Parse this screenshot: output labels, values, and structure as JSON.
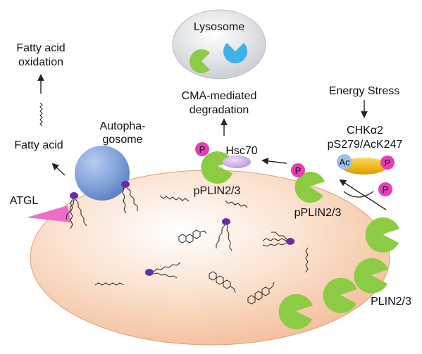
{
  "labels": {
    "lysosome": "Lysosome",
    "cma_line1": "CMA-mediated",
    "cma_line2": "degradation",
    "energy_stress": "Energy Stress",
    "chk_line1": "CHKα2",
    "chk_line2": "pS279/AcK247",
    "hsc70": "Hsc70",
    "pplin_left": "pPLIN2/3",
    "pplin_right": "pPLIN2/3",
    "plin": "PLIN2/3",
    "autophagosome_line1": "Autopha-",
    "autophagosome_line2": "gosome",
    "fatty_acid_oxidation_line1": "Fatty acid",
    "fatty_acid_oxidation_line2": "oxidation",
    "fatty_acid": "Fatty acid",
    "atgl": "ATGL"
  },
  "badges": {
    "phospho": "P",
    "acetyl": "Ac"
  },
  "colors": {
    "lipid_droplet_fill": "#f7c8a8",
    "lysosome_fill": "#d2d5d8",
    "perilipin_green": "#8ccc44",
    "phospho_magenta": "#e53fb4",
    "hsc70_lavender": "#c9a8e6",
    "chk_gold": "#f0b817",
    "acetyl_blue": "#9dc2ea",
    "autophagosome_blue": "#7b9fd8",
    "lipid_head_purple": "#6a2aa0",
    "atgl_pink": "#f06cc8",
    "cargo_cyan": "#3fb1e8"
  }
}
